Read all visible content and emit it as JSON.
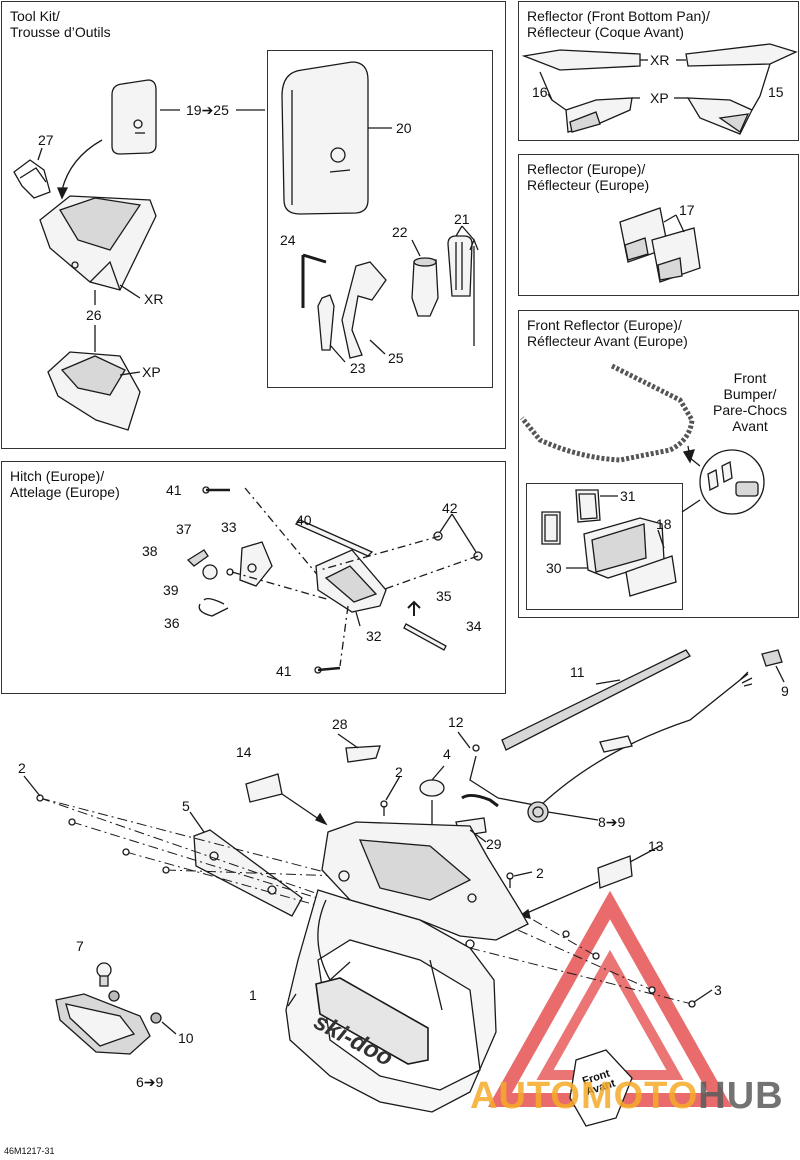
{
  "panels": {
    "toolkit": "Tool Kit/\nTrousse d’Outils",
    "reflector_front": "Reflector (Front Bottom Pan)/\nRéflecteur (Coque Avant)",
    "reflector_europe": "Reflector (Europe)/\nRéflecteur (Europe)",
    "front_reflector_europe": "Front Reflector (Europe)/\nRéflecteur Avant (Europe)",
    "hitch": "Hitch (Europe)/\nAttelage (Europe)"
  },
  "labels": {
    "n27": "27",
    "n19_25": "19➔25",
    "n20": "20",
    "n26": "26",
    "xr1": "XR",
    "xp1": "XP",
    "n24": "24",
    "n22": "22",
    "n21": "21",
    "n23": "23",
    "n25": "25",
    "xr2": "XR",
    "xp2": "XP",
    "n16": "16",
    "n15": "15",
    "n17": "17",
    "front_bumper": "Front\nBumper/\nPare-Chocs\nAvant",
    "n31": "31",
    "n18": "18",
    "n30": "30",
    "n41a": "41",
    "n42": "42",
    "n40": "40",
    "n37": "37",
    "n33": "33",
    "n38": "38",
    "n39": "39",
    "n35": "35",
    "n36": "36",
    "n32": "32",
    "n34": "34",
    "n41b": "41",
    "n11": "11",
    "n9": "9",
    "n28": "28",
    "n12": "12",
    "n14": "14",
    "n4": "4",
    "n2a": "2",
    "n2b": "2",
    "n2c": "2",
    "n5": "5",
    "n8_9": "8➔9",
    "n29": "29",
    "n13": "13",
    "n7": "7",
    "n1": "1",
    "n3": "3",
    "n10": "10",
    "n6_9": "6➔9"
  },
  "brand": {
    "logo": "ski-doo",
    "decal": "Front\nAvant"
  },
  "watermark": {
    "part1": "AUTO",
    "part2": "MOTO",
    "part3": "HUB"
  },
  "doc_code": "46M1217-31",
  "colors": {
    "line": "#1a1a1a",
    "part_fill": "#f4f4f4",
    "dark_fill": "#d8d8d8",
    "watermark_red": "#e23a3a",
    "watermark_orange": "#f4aa28"
  }
}
